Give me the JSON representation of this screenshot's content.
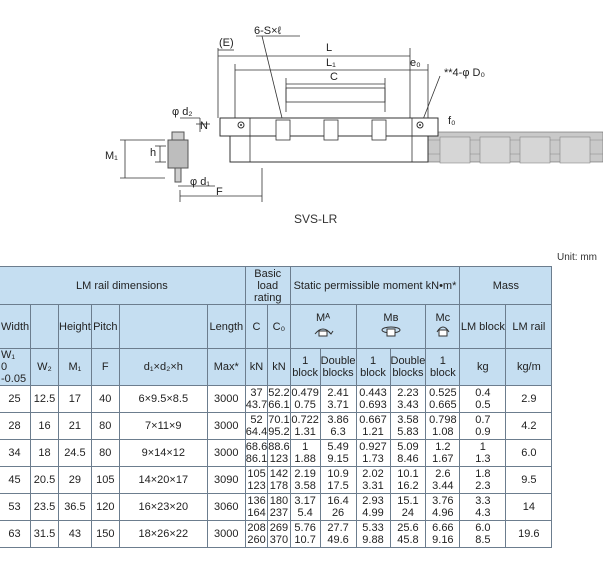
{
  "drawing": {
    "caption": "SVS-LR",
    "labels": {
      "E": "(E)",
      "screw": "6-S×ℓ",
      "L": "L",
      "L1": "L₁",
      "C": "C",
      "e0": "e₀",
      "D0": "**4-φ D₀",
      "d2": "φ d₂",
      "N": "N",
      "f0": "f₀",
      "M1": "M₁",
      "h": "h",
      "d1": "φ d₁",
      "F": "F"
    }
  },
  "unit": "Unit: mm",
  "table": {
    "h1": {
      "lm_rail": "LM rail dimensions",
      "basic_load": "Basic load rating",
      "static_moment": "Static permissible moment kN•m*",
      "mass": "Mass"
    },
    "h2": {
      "width": "Width",
      "height": "Height",
      "pitch": "Pitch",
      "length": "Length",
      "c": "C",
      "c0": "C₀",
      "ma": "Mᴬ",
      "mb": "Mʙ",
      "mc": "Mc",
      "lm_block": "LM block",
      "lm_rail": "LM rail"
    },
    "h3": {
      "w1_name": "W₁",
      "w1_tol_upper": "0",
      "w1_tol_lower": "-0.05",
      "w2": "W₂",
      "m1": "M₁",
      "f": "F",
      "dxdxh": "d₁×d₂×h",
      "max": "Max*",
      "kn1": "kN",
      "kn2": "kN",
      "one_block": "1 block",
      "double_blocks": "Double blocks",
      "kg": "kg",
      "kgm": "kg/m"
    },
    "rows": [
      {
        "w1": "25",
        "w2": "12.5",
        "m1": "17",
        "f": "40",
        "d": "6×9.5×8.5",
        "len": "3000",
        "c": [
          "37",
          "43.7"
        ],
        "c0": [
          "52.2",
          "66.1"
        ],
        "ma1": [
          "0.479",
          "0.75"
        ],
        "ma2": [
          "2.41",
          "3.71"
        ],
        "mb1": [
          "0.443",
          "0.693"
        ],
        "mb2": [
          "2.23",
          "3.43"
        ],
        "mc": [
          "0.525",
          "0.665"
        ],
        "blk": [
          "0.4",
          "0.5"
        ],
        "rail": "2.9"
      },
      {
        "w1": "28",
        "w2": "16",
        "m1": "21",
        "f": "80",
        "d": "7×11×9",
        "len": "3000",
        "c": [
          "52",
          "64.4"
        ],
        "c0": [
          "70.1",
          "95.2"
        ],
        "ma1": [
          "0.722",
          "1.31"
        ],
        "ma2": [
          "3.86",
          "6.3"
        ],
        "mb1": [
          "0.667",
          "1.21"
        ],
        "mb2": [
          "3.58",
          "5.83"
        ],
        "mc": [
          "0.798",
          "1.08"
        ],
        "blk": [
          "0.7",
          "0.9"
        ],
        "rail": "4.2"
      },
      {
        "w1": "34",
        "w2": "18",
        "m1": "24.5",
        "f": "80",
        "d": "9×14×12",
        "len": "3000",
        "c": [
          "68.6",
          "86.1"
        ],
        "c0": [
          "88.6",
          "123"
        ],
        "ma1": [
          "1",
          "1.88"
        ],
        "ma2": [
          "5.49",
          "9.15"
        ],
        "mb1": [
          "0.927",
          "1.73"
        ],
        "mb2": [
          "5.09",
          "8.46"
        ],
        "mc": [
          "1.2",
          "1.67"
        ],
        "blk": [
          "1",
          "1.3"
        ],
        "rail": "6.0"
      },
      {
        "w1": "45",
        "w2": "20.5",
        "m1": "29",
        "f": "105",
        "d": "14×20×17",
        "len": "3090",
        "c": [
          "105",
          "123"
        ],
        "c0": [
          "142",
          "178"
        ],
        "ma1": [
          "2.19",
          "3.58"
        ],
        "ma2": [
          "10.9",
          "17.5"
        ],
        "mb1": [
          "2.02",
          "3.31"
        ],
        "mb2": [
          "10.1",
          "16.2"
        ],
        "mc": [
          "2.6",
          "3.44"
        ],
        "blk": [
          "1.8",
          "2.3"
        ],
        "rail": "9.5"
      },
      {
        "w1": "53",
        "w2": "23.5",
        "m1": "36.5",
        "f": "120",
        "d": "16×23×20",
        "len": "3060",
        "c": [
          "136",
          "164"
        ],
        "c0": [
          "180",
          "237"
        ],
        "ma1": [
          "3.17",
          "5.4"
        ],
        "ma2": [
          "16.4",
          "26"
        ],
        "mb1": [
          "2.93",
          "4.99"
        ],
        "mb2": [
          "15.1",
          "24"
        ],
        "mc": [
          "3.76",
          "4.96"
        ],
        "blk": [
          "3.3",
          "4.3"
        ],
        "rail": "14"
      },
      {
        "w1": "63",
        "w2": "31.5",
        "m1": "43",
        "f": "150",
        "d": "18×26×22",
        "len": "3000",
        "c": [
          "208",
          "260"
        ],
        "c0": [
          "269",
          "370"
        ],
        "ma1": [
          "5.76",
          "10.7"
        ],
        "ma2": [
          "27.7",
          "49.6"
        ],
        "mb1": [
          "5.33",
          "9.88"
        ],
        "mb2": [
          "25.6",
          "45.8"
        ],
        "mc": [
          "6.66",
          "9.16"
        ],
        "blk": [
          "6.0",
          "8.5"
        ],
        "rail": "19.6"
      }
    ]
  }
}
